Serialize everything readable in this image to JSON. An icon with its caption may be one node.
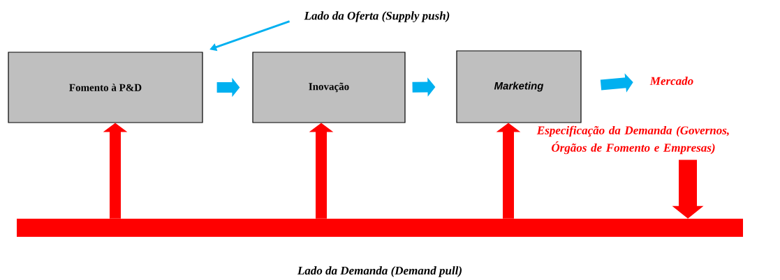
{
  "diagram": {
    "nodes": [
      {
        "text": [
          "Fomento à P&D"
        ]
      },
      {
        "text": [
          "Inovação"
        ]
      },
      {
        "text": [
          "Marketing"
        ]
      },
      {
        "text": [
          "Mercado"
        ]
      },
      {
        "text": [
          "Lado da Oferta (Supply push)"
        ]
      },
      {
        "text": [
          "Especificação da Demanda (Governos, Órgãos de Fomento e Empresas)"
        ]
      },
      {
        "text": [
          "Lado da Demanda (Demand pull)"
        ]
      }
    ],
    "edges": [
      {
        "from": 4,
        "to": 0,
        "arrow": "to",
        "color": "#00b0f0"
      },
      {
        "from": 0,
        "to": 1,
        "arrow": "to",
        "color": "#00b0f0"
      },
      {
        "from": 1,
        "to": 2,
        "arrow": "to",
        "color": "#00b0f0"
      },
      {
        "from": 2,
        "to": 3,
        "arrow": "to",
        "color": "#00b0f0"
      },
      {
        "from": 6,
        "to": 0,
        "arrow": "to",
        "color": "#ff0000"
      },
      {
        "from": 6,
        "to": 1,
        "arrow": "to",
        "color": "#ff0000"
      },
      {
        "from": 6,
        "to": 2,
        "arrow": "to",
        "color": "#ff0000"
      },
      {
        "from": 5,
        "to": 6,
        "arrow": "to",
        "color": "#ff0000"
      }
    ]
  }
}
